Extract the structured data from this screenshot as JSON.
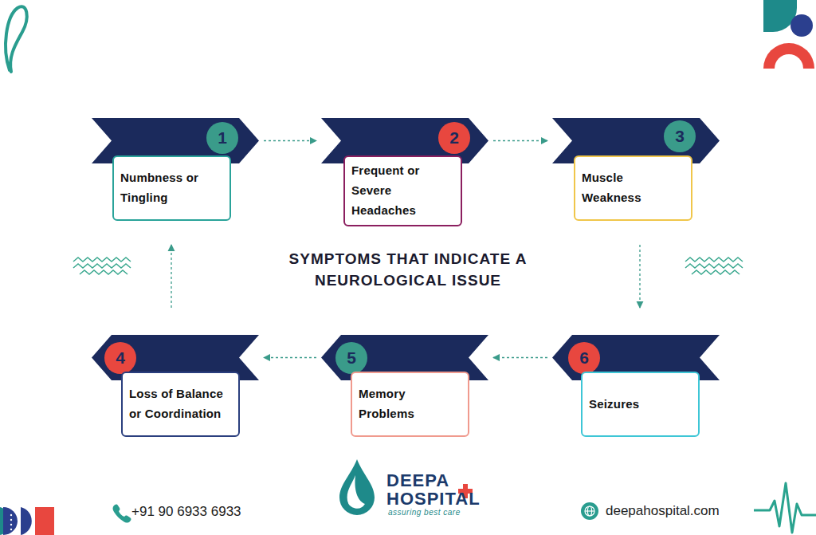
{
  "diagram": {
    "title": "SYMPTOMS THAT INDICATE A NEUROLOGICAL ISSUE",
    "nodes": [
      {
        "text": [
          "1",
          "Numbness or Tingling"
        ]
      },
      {
        "text": [
          "2",
          "Frequent or Severe Headaches"
        ]
      },
      {
        "text": [
          "3",
          "Muscle Weakness"
        ]
      },
      {
        "text": [
          "4",
          "Loss of Balance or Coordination"
        ]
      },
      {
        "text": [
          "5",
          "Memory Problems"
        ]
      },
      {
        "text": [
          "6",
          "Seizures"
        ]
      }
    ],
    "edges": [
      {
        "from": 0,
        "to": 1,
        "arrow": "to"
      },
      {
        "from": 1,
        "to": 2,
        "arrow": "to"
      },
      {
        "from": 2,
        "to": 5,
        "arrow": "to"
      },
      {
        "from": 5,
        "to": 4,
        "arrow": "to"
      },
      {
        "from": 4,
        "to": 3,
        "arrow": "to"
      },
      {
        "from": 3,
        "to": 0,
        "arrow": "to"
      }
    ],
    "labels": [
      "+91 90 6933 6933",
      "DEEPA",
      "HOSPITAL",
      "assuring best care",
      "deepahospital.com"
    ]
  }
}
